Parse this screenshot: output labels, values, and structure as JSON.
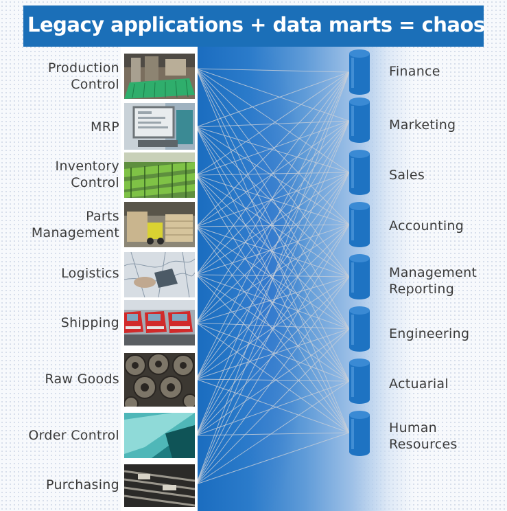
{
  "title": "Legacy applications + data marts = chaos",
  "colors": {
    "title_bar": "#1b6fb8",
    "title_text": "#ffffff",
    "band_dark": "#1a6cbf",
    "cylinder": "#1e73c2",
    "connector": "#c9cfd8",
    "label_text": "#3a3a3a"
  },
  "applications": [
    {
      "label": "Production\nControl",
      "icon": "production-control-photo"
    },
    {
      "label": "MRP",
      "icon": "mrp-computer-photo"
    },
    {
      "label": "Inventory\nControl",
      "icon": "inventory-warehouse-photo"
    },
    {
      "label": "Parts\nManagement",
      "icon": "forklift-pallets-photo"
    },
    {
      "label": "Logistics",
      "icon": "logistics-map-photo"
    },
    {
      "label": "Shipping",
      "icon": "trucks-photo"
    },
    {
      "label": "Raw Goods",
      "icon": "steel-coils-photo"
    },
    {
      "label": "Order Control",
      "icon": "order-control-photo"
    },
    {
      "label": "Purchasing",
      "icon": "purchasing-photo"
    }
  ],
  "data_marts": [
    {
      "label": "Finance",
      "icon": "database-cylinder-icon"
    },
    {
      "label": "Marketing",
      "icon": "database-cylinder-icon"
    },
    {
      "label": "Sales",
      "icon": "database-cylinder-icon"
    },
    {
      "label": "Accounting",
      "icon": "database-cylinder-icon"
    },
    {
      "label": "Management\nReporting",
      "icon": "database-cylinder-icon"
    },
    {
      "label": "Engineering",
      "icon": "database-cylinder-icon"
    },
    {
      "label": "Actuarial",
      "icon": "database-cylinder-icon"
    },
    {
      "label": "Human\nResources",
      "icon": "database-cylinder-icon"
    }
  ]
}
